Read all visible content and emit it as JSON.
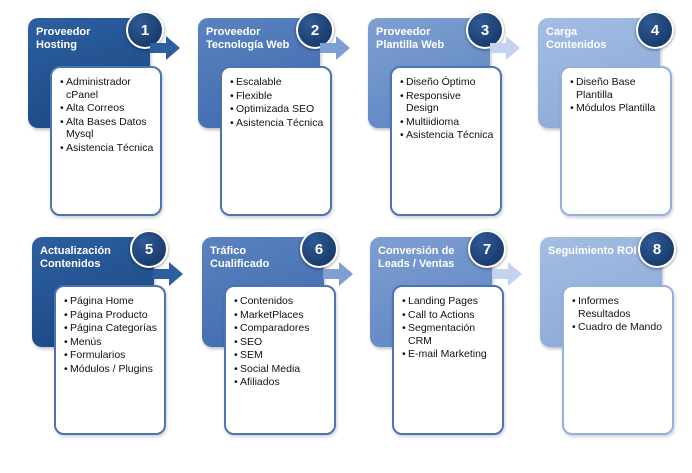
{
  "steps": [
    {
      "number": "1",
      "title": "Proveedor Hosting",
      "items": [
        "Administrador cPanel",
        "Alta Correos",
        "Alta Bases Datos Mysql",
        "Asistencia Técnica"
      ]
    },
    {
      "number": "2",
      "title": "Proveedor Tecnología Web",
      "items": [
        "Escalable",
        "Flexible",
        "Optimizada SEO",
        "Asistencia Técnica"
      ]
    },
    {
      "number": "3",
      "title": "Proveedor Plantilla Web",
      "items": [
        "Diseño Óptimo",
        "Responsive Design",
        "Multiidioma",
        "Asistencia Técnica"
      ]
    },
    {
      "number": "4",
      "title": "Carga Contenidos",
      "items": [
        "Diseño Base Plantilla",
        "Módulos Plantilla"
      ]
    },
    {
      "number": "5",
      "title": "Actualización Contenidos",
      "items": [
        "Página Home",
        "Página Producto",
        "Página Categorías",
        "Menús",
        "Formularios",
        "Módulos / Plugins"
      ]
    },
    {
      "number": "6",
      "title": "Tráfico Cualificado",
      "items": [
        "Contenidos",
        "MarketPlaces",
        "Comparadores",
        "SEO",
        "SEM",
        "Social Media",
        "Afiliados"
      ]
    },
    {
      "number": "7",
      "title": "Conversión de Leads / Ventas",
      "items": [
        "Landing Pages",
        "Call to Actions",
        "Segmentación CRM",
        "E-mail Marketing"
      ]
    },
    {
      "number": "8",
      "title": "Seguimiento ROI",
      "items": [
        "Informes Resultados",
        "Cuadro de Mando"
      ]
    }
  ],
  "colors": {
    "dark": "#1f4f8f",
    "mid": "#4a74b2",
    "light": "#7e9fd1",
    "pale": "#a3bde3",
    "badge": "#1b3d70"
  }
}
